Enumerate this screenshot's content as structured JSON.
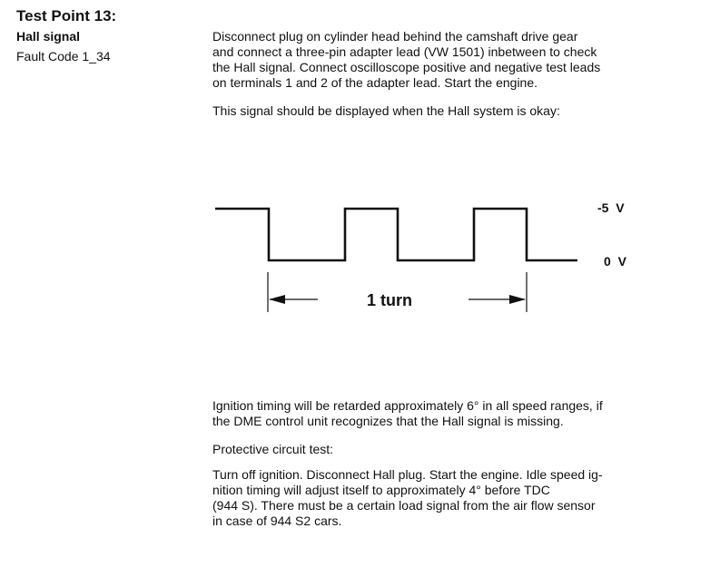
{
  "header": {
    "title": "Test Point 13:",
    "subtitle": "Hall signal",
    "fault_code": "Fault Code 1_34"
  },
  "body": {
    "instructions": [
      "Disconnect plug on cylinder head behind the camshaft drive gear",
      "and connect a three-pin adapter lead (VW 1501) inbetween to check",
      "the Hall signal. Connect oscilloscope positive and negative test leads",
      "on terminals 1 and 2 of the adapter lead. Start the engine."
    ],
    "signal_note": "This signal should be displayed when the Hall system is okay:",
    "ignition_note": [
      "Ignition timing will be retarded approximately 6° in all speed ranges, if",
      "the DME control unit recognizes that the Hall signal is missing."
    ],
    "protective_heading": "Protective circuit test:",
    "protective_text": [
      "Turn off ignition. Disconnect Hall plug. Start the engine. Idle speed ig-",
      "nition timing will adjust itself to approximately 4° before TDC",
      "(944 S). There must be a certain load signal from the air flow sensor",
      "in case of 944 S2 cars."
    ]
  },
  "diagram": {
    "high_label": "-5  V",
    "low_label": "0  V",
    "span_label": "1 turn"
  }
}
